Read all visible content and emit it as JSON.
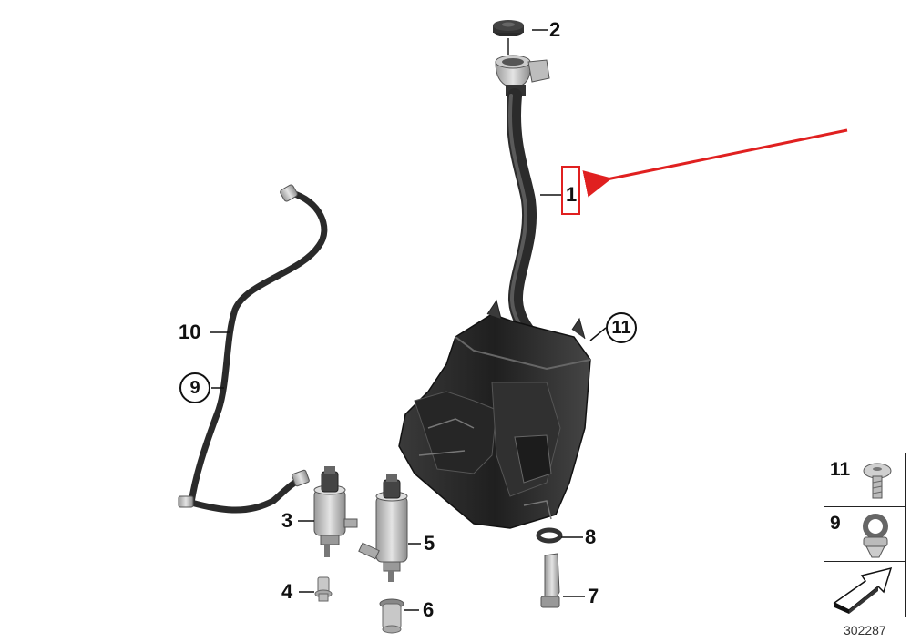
{
  "callouts": {
    "c1": "1",
    "c2": "2",
    "c3": "3",
    "c4": "4",
    "c5": "5",
    "c6": "6",
    "c7": "7",
    "c8": "8",
    "c9": "9",
    "c10": "10",
    "c11": "11"
  },
  "legend": {
    "item11": "11",
    "item9": "9"
  },
  "catalog_number": "302287",
  "colors": {
    "highlight": "#e02020",
    "part_dark": "#2b2b2b",
    "part_metal": "#b8b8b8"
  },
  "icons": {
    "arrow": "red-arrow-icon",
    "continuation": "direction-arrow-icon"
  }
}
